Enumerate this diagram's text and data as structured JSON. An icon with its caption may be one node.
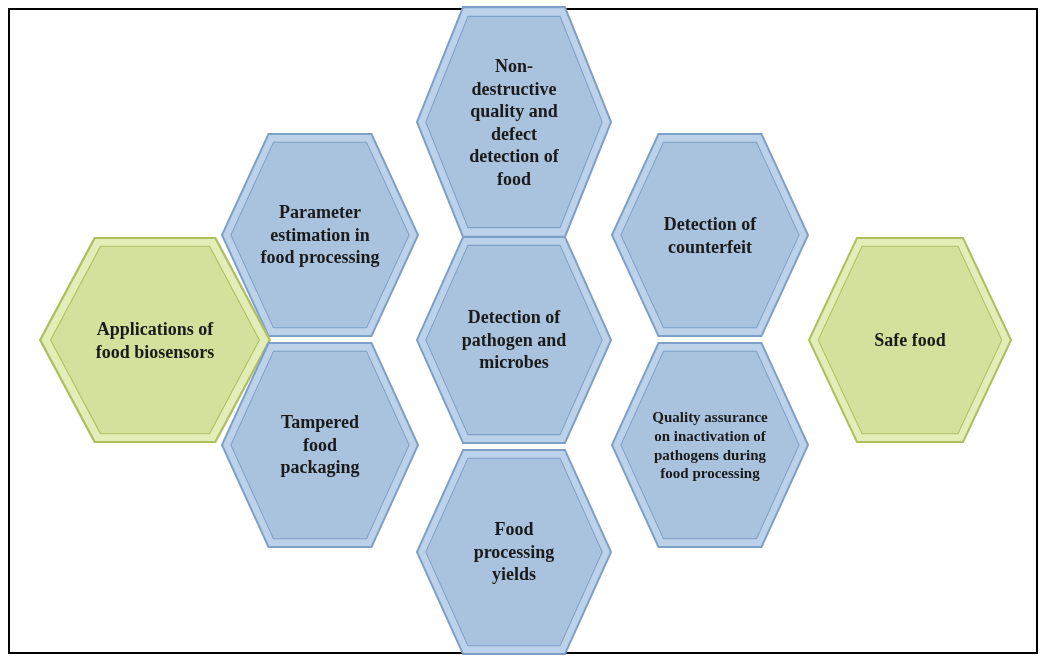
{
  "diagram": {
    "nodes": [
      {
        "text": [
          "Non-destructive quality and defect detection of food"
        ]
      },
      {
        "text": [
          "Parameter estimation in food processing"
        ]
      },
      {
        "text": [
          "Detection of counterfeit"
        ]
      },
      {
        "text": [
          "Applications of food biosensors"
        ]
      },
      {
        "text": [
          "Detection of pathogen and microbes"
        ]
      },
      {
        "text": [
          "Safe food"
        ]
      },
      {
        "text": [
          "Tampered food packaging"
        ]
      },
      {
        "text": [
          "Quality assurance on inactivation of pathogens during food processing"
        ]
      },
      {
        "text": [
          "Food processing yields"
        ]
      }
    ]
  }
}
